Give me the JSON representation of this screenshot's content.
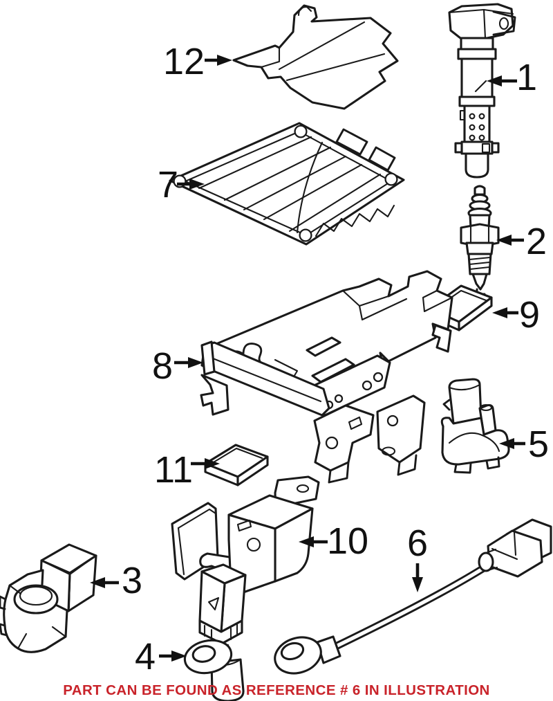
{
  "diagram": {
    "background": "#ffffff",
    "line_color": "#1a1a1a",
    "label_color": "#111111",
    "parts": [
      {
        "number": "1",
        "name": "ignition-coil"
      },
      {
        "number": "2",
        "name": "spark-plug"
      },
      {
        "number": "3",
        "name": "knock-sensor"
      },
      {
        "number": "4",
        "name": "camshaft-position-sensor"
      },
      {
        "number": "5",
        "name": "engine-speed-sensor"
      },
      {
        "number": "6",
        "name": "knock-sensor-cable"
      },
      {
        "number": "7",
        "name": "engine-control-module"
      },
      {
        "number": "8",
        "name": "module-mounting-bracket"
      },
      {
        "number": "9",
        "name": "control-unit"
      },
      {
        "number": "10",
        "name": "relay"
      },
      {
        "number": "11",
        "name": "control-unit-small"
      },
      {
        "number": "12",
        "name": "module-cover"
      }
    ]
  },
  "footer": {
    "text": "PART CAN BE FOUND AS REFERENCE # 6 IN ILLUSTRATION",
    "color": "#c9232a"
  }
}
